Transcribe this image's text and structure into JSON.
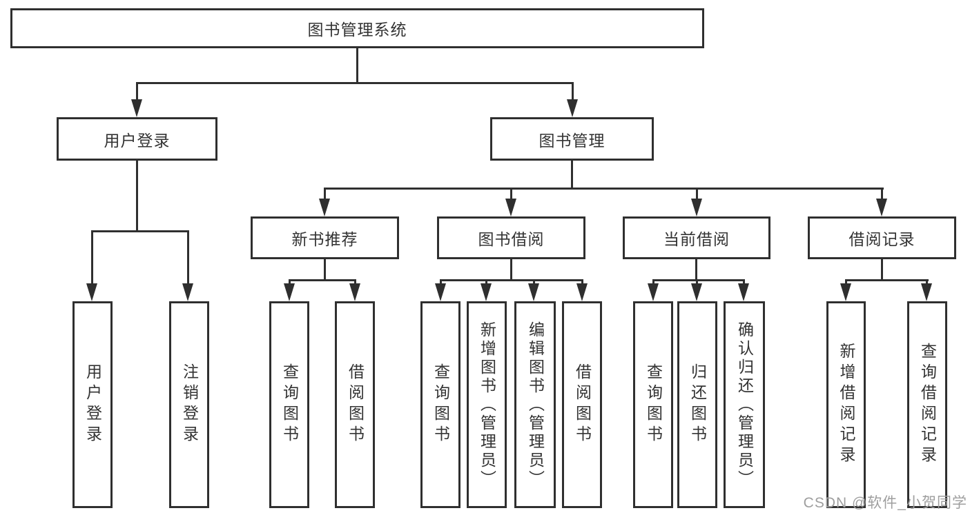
{
  "diagram": {
    "root": {
      "label": "图书管理系统"
    },
    "level2": {
      "user_login": {
        "label": "用户登录"
      },
      "book_mgmt": {
        "label": "图书管理"
      }
    },
    "level3": {
      "new_book_rec": {
        "label": "新书推荐"
      },
      "book_borrow": {
        "label": "图书借阅"
      },
      "current_borrow": {
        "label": "当前借阅"
      },
      "borrow_records": {
        "label": "借阅记录"
      }
    },
    "leaves": {
      "user_login_v": {
        "label": "用户登录"
      },
      "logout": {
        "label": "注销登录"
      },
      "rec_query_books": {
        "label": "查询图书"
      },
      "rec_borrow_books": {
        "label": "借阅图书"
      },
      "bb_query_books": {
        "label": "查询图书"
      },
      "bb_add_books": {
        "label": "新增图书（管理员）"
      },
      "bb_edit_books": {
        "label": "编辑图书（管理员）"
      },
      "bb_borrow_books": {
        "label": "借阅图书"
      },
      "cb_query_books": {
        "label": "查询图书"
      },
      "cb_return_books": {
        "label": "归还图书"
      },
      "cb_confirm_return": {
        "label": "确认归还（管理员）"
      },
      "br_add_record": {
        "label": "新增借阅记录"
      },
      "br_query_record": {
        "label": "查询借阅记录"
      }
    },
    "watermark": "CSDN @软件_小贺同学",
    "colors": {
      "line": "#2f2f2f",
      "text": "#333333",
      "watermark": "#9e9e9e",
      "background": "#ffffff"
    }
  }
}
